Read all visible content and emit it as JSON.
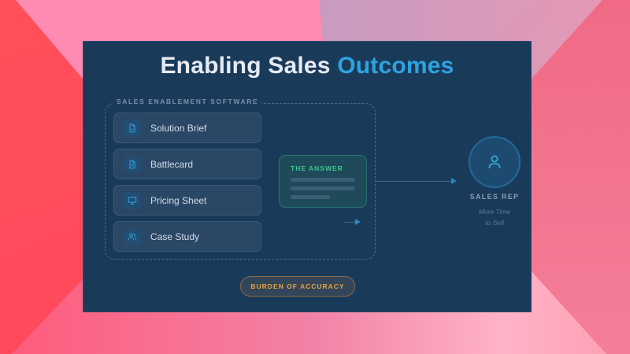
{
  "title": {
    "part1": "Enabling Sales",
    "part2": "Outcomes",
    "colors": {
      "part1": "#e6ebf2",
      "part2": "#2ea3e0"
    }
  },
  "group": {
    "label": "SALES ENABLEMENT SOFTWARE",
    "items": [
      {
        "label": "Solution Brief",
        "icon": "document-icon"
      },
      {
        "label": "Battlecard",
        "icon": "document-text-icon"
      },
      {
        "label": "Pricing Sheet",
        "icon": "monitor-icon"
      },
      {
        "label": "Case Study",
        "icon": "users-icon"
      }
    ]
  },
  "answer": {
    "title": "THE ANSWER",
    "accent": "#3bc98c"
  },
  "rep": {
    "label": "SALES REP",
    "sub_line1": "More Time",
    "sub_line2": "to Sell",
    "icon": "user-icon"
  },
  "badge": {
    "label": "BURDEN OF ACCURACY",
    "color": "#e8a23a"
  },
  "colors": {
    "panel": "#1a3a5a",
    "accent_blue": "#2ea3e0",
    "answer_green": "#3bc98c",
    "badge_orange": "#e8a23a"
  }
}
